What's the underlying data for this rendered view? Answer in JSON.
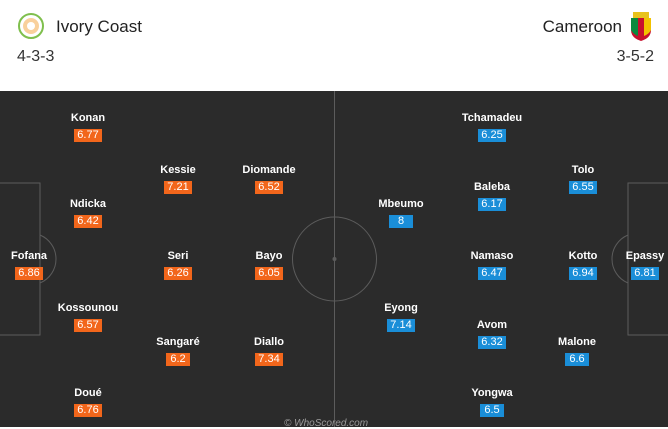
{
  "home": {
    "name": "Ivory Coast",
    "formation": "4-3-3",
    "badge_icon": "ivory-coast-crest-icon",
    "color": "#f2661b",
    "players": [
      {
        "name": "Konan",
        "rating": "6.77"
      },
      {
        "name": "Ndicka",
        "rating": "6.42"
      },
      {
        "name": "Fofana",
        "rating": "6.86"
      },
      {
        "name": "Kossounou",
        "rating": "6.57"
      },
      {
        "name": "Doué",
        "rating": "6.76"
      },
      {
        "name": "Kessie",
        "rating": "7.21"
      },
      {
        "name": "Seri",
        "rating": "6.26"
      },
      {
        "name": "Sangaré",
        "rating": "6.2"
      },
      {
        "name": "Diomande",
        "rating": "6.52"
      },
      {
        "name": "Bayo",
        "rating": "6.05"
      },
      {
        "name": "Diallo",
        "rating": "7.34"
      }
    ]
  },
  "away": {
    "name": "Cameroon",
    "formation": "3-5-2",
    "badge_icon": "cameroon-crest-icon",
    "color": "#1a8ed8",
    "players": [
      {
        "name": "Tchamadeu",
        "rating": "6.25"
      },
      {
        "name": "Baleba",
        "rating": "6.17"
      },
      {
        "name": "Mbeumo",
        "rating": "8"
      },
      {
        "name": "Namaso",
        "rating": "6.47"
      },
      {
        "name": "Eyong",
        "rating": "7.14"
      },
      {
        "name": "Avom",
        "rating": "6.32"
      },
      {
        "name": "Yongwa",
        "rating": "6.5"
      },
      {
        "name": "Tolo",
        "rating": "6.55"
      },
      {
        "name": "Kotto",
        "rating": "6.94"
      },
      {
        "name": "Malone",
        "rating": "6.6"
      },
      {
        "name": "Epassy",
        "rating": "6.81"
      }
    ]
  },
  "watermark": "© WhoScored.com"
}
